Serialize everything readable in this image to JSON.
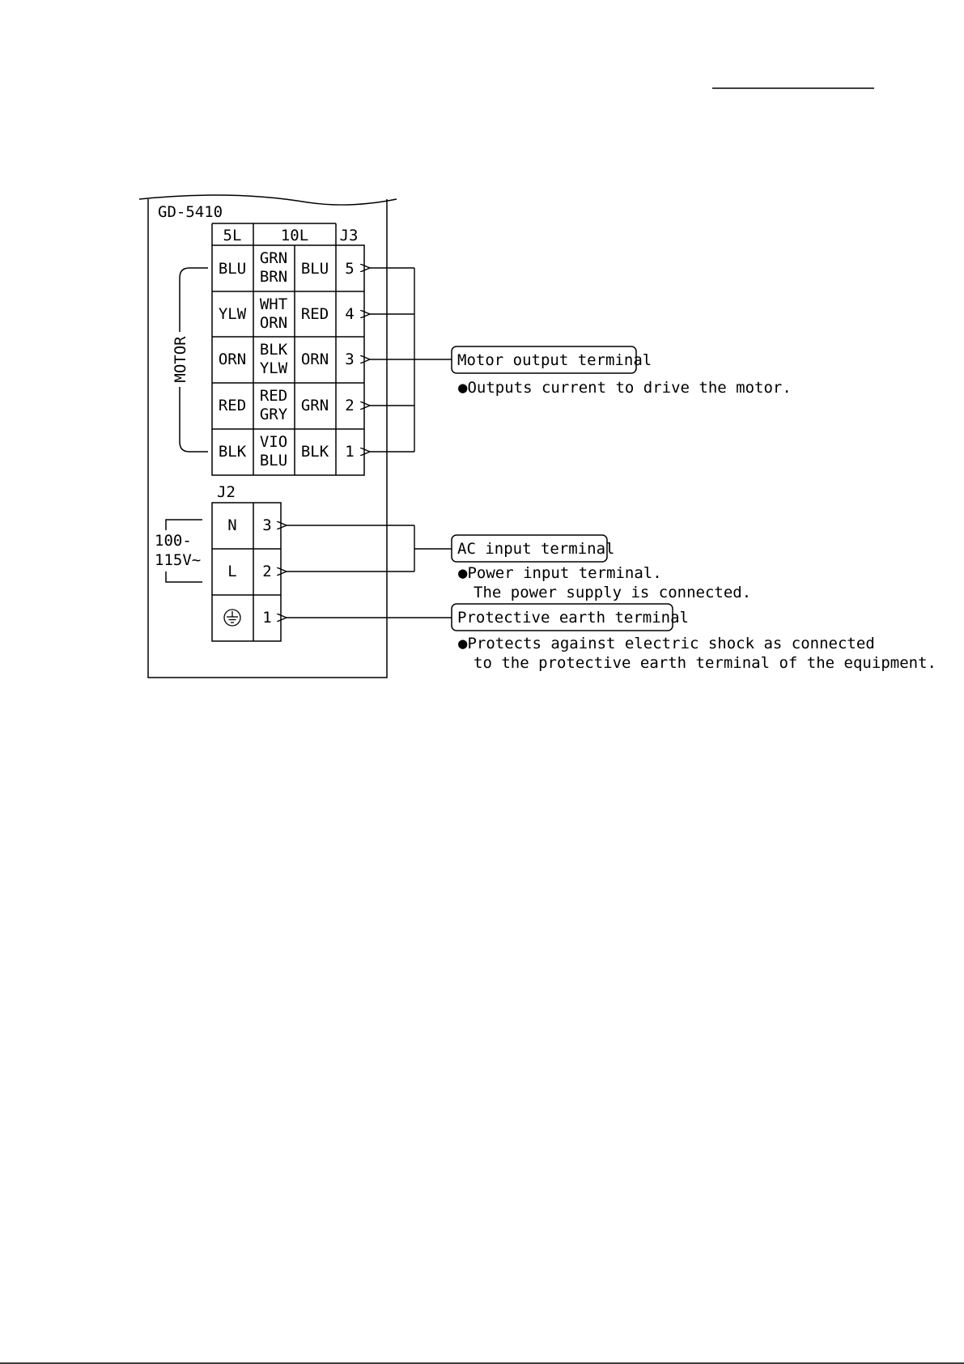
{
  "device": {
    "model": "GD-5410"
  },
  "j3": {
    "connector": "J3",
    "col_5l": "5L",
    "col_10l": "10L",
    "rows": [
      {
        "pin": "5",
        "c5l": "BLU",
        "c10l_a1": "GRN",
        "c10l_a2": "BRN",
        "c10l_b": "BLU"
      },
      {
        "pin": "4",
        "c5l": "YLW",
        "c10l_a1": "WHT",
        "c10l_a2": "ORN",
        "c10l_b": "RED"
      },
      {
        "pin": "3",
        "c5l": "ORN",
        "c10l_a1": "BLK",
        "c10l_a2": "YLW",
        "c10l_b": "ORN"
      },
      {
        "pin": "2",
        "c5l": "RED",
        "c10l_a1": "RED",
        "c10l_a2": "GRY",
        "c10l_b": "GRN"
      },
      {
        "pin": "1",
        "c5l": "BLK",
        "c10l_a1": "VIO",
        "c10l_a2": "BLU",
        "c10l_b": "BLK"
      }
    ],
    "side_label": "MOTOR"
  },
  "j2": {
    "connector": "J2",
    "rows": [
      {
        "pin": "3",
        "label": "N"
      },
      {
        "pin": "2",
        "label": "L"
      },
      {
        "pin": "1",
        "label": "",
        "icon": "ground-icon"
      }
    ],
    "voltage_line1": "100-",
    "voltage_line2": "115V~"
  },
  "callouts": {
    "motor": {
      "title": "Motor output terminal",
      "desc1": "●Outputs current to drive the motor."
    },
    "ac": {
      "title": "AC input terminal",
      "desc1": "●Power input terminal.",
      "desc2": "The power supply is connected."
    },
    "pe": {
      "title": "Protective earth terminal",
      "desc1": "●Protects against electric shock as connected",
      "desc2": "to the protective earth terminal of the equipment."
    }
  }
}
